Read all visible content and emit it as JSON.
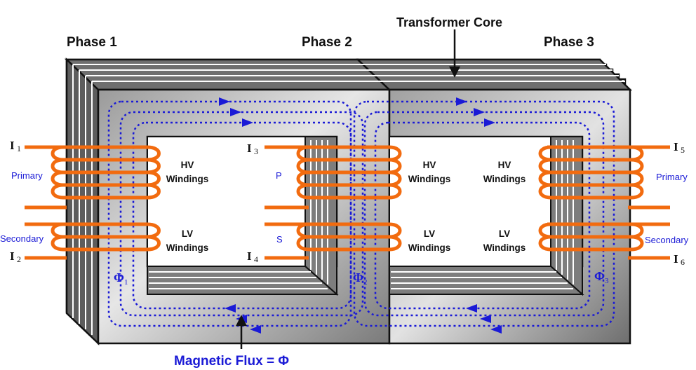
{
  "title": "Transformer Core",
  "phases": [
    "Phase 1",
    "Phase 2",
    "Phase 3"
  ],
  "currents": {
    "i1": {
      "symbol": "I",
      "sub": "1"
    },
    "i2": {
      "symbol": "I",
      "sub": "2"
    },
    "i3": {
      "symbol": "I",
      "sub": "3"
    },
    "i4": {
      "symbol": "I",
      "sub": "4"
    },
    "i5": {
      "symbol": "I",
      "sub": "5"
    },
    "i6": {
      "symbol": "I",
      "sub": "6"
    }
  },
  "labels": {
    "primary_left": "Primary",
    "secondary_left": "Secondary",
    "primary_right": "Primary",
    "secondary_right": "Secondary",
    "p": "P",
    "s": "S"
  },
  "windings": {
    "hv_1": "HV",
    "hv_1b": "Windings",
    "lv_1": "LV",
    "lv_1b": "Windings",
    "hv_2": "HV",
    "hv_2b": "Windings",
    "lv_2": "LV",
    "lv_2b": "Windings",
    "hv_3": "HV",
    "hv_3b": "Windings",
    "lv_3": "LV",
    "lv_3b": "Windings"
  },
  "flux_symbols": {
    "phi1": {
      "symbol": "Φ",
      "sub": "1"
    },
    "phi2": {
      "symbol": "Φ",
      "sub": "2"
    },
    "phi3": {
      "symbol": "Φ",
      "sub": "3"
    }
  },
  "flux_label": "Magnetic Flux  = Φ",
  "colors": {
    "coil": "#f26b0f",
    "flux": "#1a1ad6",
    "core_light": "#d8d8d8",
    "core_dark": "#8c8c8c"
  }
}
